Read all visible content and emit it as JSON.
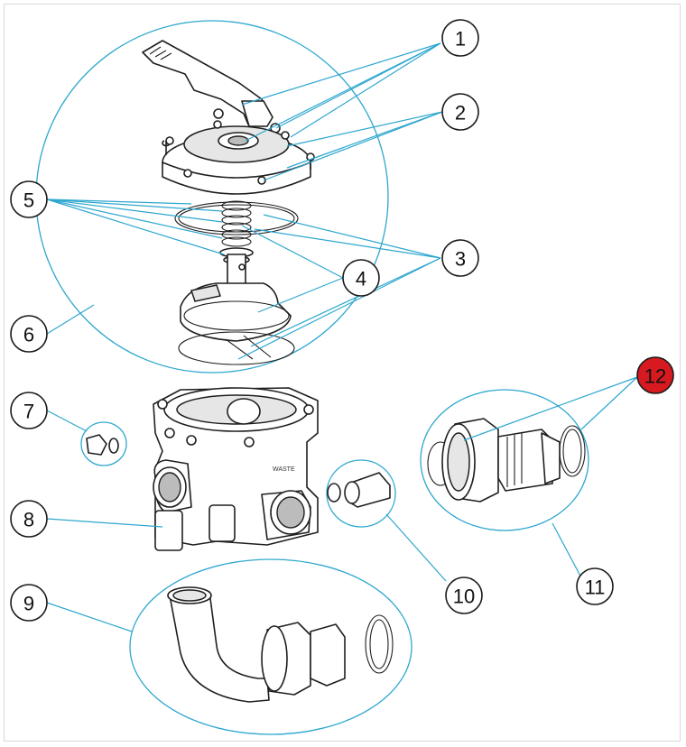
{
  "colors": {
    "accent": "#2ea7cf",
    "highlight": "#d71920"
  },
  "callouts": {
    "c1": "1",
    "c2": "2",
    "c3": "3",
    "c4": "4",
    "c5": "5",
    "c6": "6",
    "c7": "7",
    "c8": "8",
    "c9": "9",
    "c10": "10",
    "c11": "11",
    "c12": "12"
  },
  "body_labels": {
    "waste": "WASTE"
  }
}
